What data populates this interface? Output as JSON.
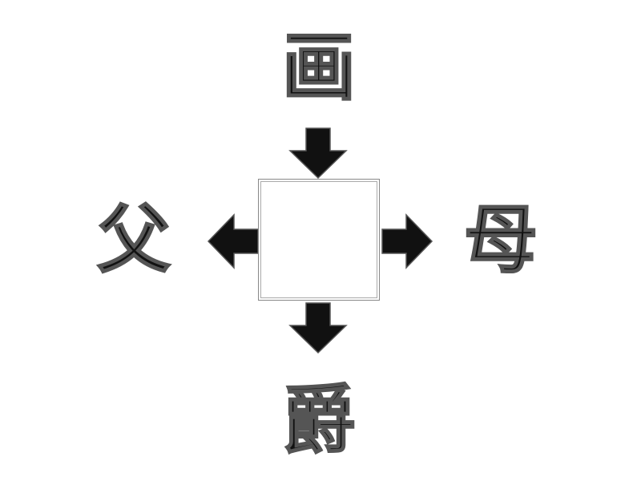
{
  "puzzle": {
    "top_kanji": "画",
    "left_kanji": "父",
    "right_kanji": "母",
    "bottom_kanji": "爵",
    "answer": ""
  }
}
